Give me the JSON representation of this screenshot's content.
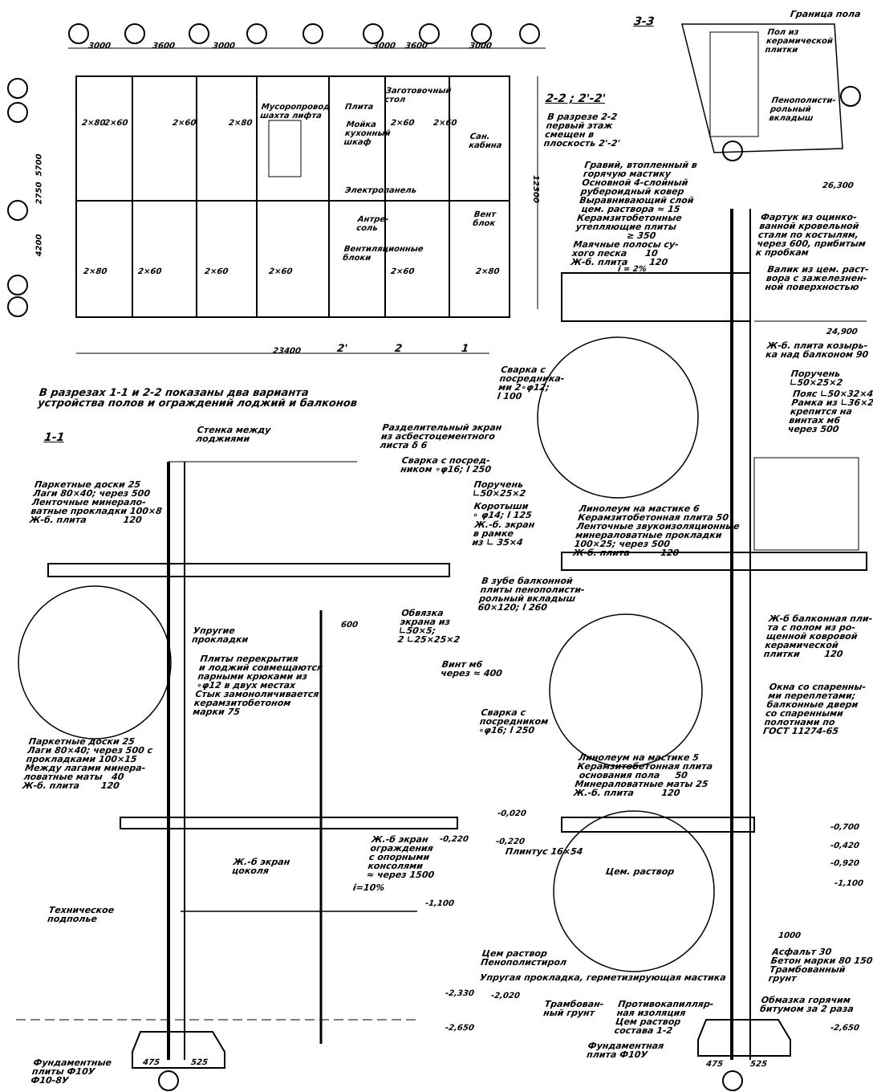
{
  "plan": {
    "top_dims": [
      "3000",
      "3600",
      "3000",
      "3000",
      "3600",
      "3000"
    ],
    "left_dims": [
      "5700",
      "2750",
      "4200"
    ],
    "total_width": "23400",
    "depth": "12300",
    "rooms": [
      "2×80",
      "2×60",
      "2×60",
      "2×80",
      "2×60",
      "2×60",
      "2×80",
      "2×60",
      "2×60",
      "2×60",
      "2×60",
      "2×80"
    ],
    "labels": {
      "garbage_chute": "Мусоропровод\nшахта лифта",
      "slab": "Плита",
      "wardrobe": "Заготовочный\nстол",
      "sink": "Мойка\nкухонный\nшкаф",
      "sanitary": "Сан.\nкабина",
      "electric_panel": "Электропанель",
      "entresol": "Антре-\nсоль",
      "vent_block": "Вент\nблок",
      "vent_blocks": "Вентиляционные\nблоки"
    },
    "section_marks": [
      "2'",
      "2",
      "1"
    ]
  },
  "note": "В разрезах 1-1 и 2-2 показаны два варианта\nустройства полов и ограждений лоджий и балконов",
  "section_1": {
    "title": "1-1",
    "wall_label": "Стенка между\nлоджиями",
    "screen_label": "Разделительный экран\nиз асбестоцементного\nлиста δ 6",
    "floor_top": "Паркетные доски 25\nЛаги 80×40; через 500\nЛенточные минерало-\nватные прокладки 100×8\nЖ-б. плита            120",
    "weld1": "Сварка с посред-\nником ∘φ16; l 250",
    "handrail": "Поручень\n∟50×25×2",
    "posts": "Коротыши\n∘ φ14; l 125",
    "rc_screen": "Ж.-б. экран\nв рамке\nиз ∟ 35×4",
    "elastic": "Упругие\nпрокладки",
    "slabs_note": "Плиты перекрытия\nи лоджий совмещаются\nпарными крюками из\n∘φ12 в двух местах\nСтык замоноличивается\nкерамзитобетоном\nмарки 75",
    "frame": "Обвязка\nэкрана из\n∟50×5;\n2 ∟25×25×2",
    "screw": "Винт м6\nчерез ≈ 400",
    "dim_600": "600",
    "floor_bottom": "Паркетные доски 25\nЛаги 80×40; через 500 с\nпрокладками 100×15\nМежду лагами минера-\nловатные маты   40\nЖ-б. плита       120",
    "plinth_screen": "Ж.-б экран\nцоколя",
    "tech_basement": "Техническое\nподполье",
    "rc_fence": "Ж.-б экран\nограждения\nс опорными\nконсолями\n≈ через 1500",
    "slope": "i=10%",
    "levels": [
      "-0,220",
      "-1,100",
      "-2,330",
      "-2,650"
    ],
    "foundation": "Фундаментные\nплиты Ф10У\nФ10-8У",
    "foot_dims": [
      "475",
      "525"
    ]
  },
  "section_2": {
    "title": "2-2 ; 2'-2'",
    "note": "В разрезе 2-2\nпервый этаж\nсмещен в\nплоскость 2'-2'",
    "roof": "Гравий, втопленный в\nгорячую мастику\nОсновной 4-слойный\nрубероидный ковер\nВыравнивающий слой\n цем. раствора ≈ 15\nКерамзитобетонные\nутепляющие плиты\n                 ≥ 350\nМаячные полосы су-\nхого песка      10\nЖ-б. плита       120",
    "slope_roof": "i = 2%",
    "apron": "Фартук из оцинко-\nванной кровельной\nстали по костылям,\nчерез 600, прибитым\nк пробкам",
    "bead": "Валик из цем. раст-\nвора с зажелезнен-\nной поверхностью",
    "level_top": "26,300",
    "level_balc": "24,900",
    "balc_slab": "Ж-б. плита козырь-\nка над балконом 90",
    "handrail": "Поручень\n∟50×25×2",
    "belt": "Пояс ∟50×32×4\nРамка из ∟36×20×4\nкрепится на\nвинтах м6\nчерез 500",
    "weld": "Сварка с\nпосредника-\nми 2∘φ12;\nl 100",
    "floor": "Линолеум на мастике 6\nКерамзитобетонная плита 50\nЛенточные звукоизоляционные\nминераловатные прокладки\n100×25; через 500\nЖ-б. плита          120",
    "tooth": "В зубе балконной\nплиты пенополисти-\nрольный вкладыш\n60×120; l 260",
    "weld2": "Сварка с\nпосредником\n∘φ16; l 250",
    "floor2": "Линолеум на мастике 5\nКерамзитобетонная плита\n основания пола     50\nМинераловатные маты 25\nЖ.-б. плита         120",
    "balc_slab2": "Ж-б балконная пли-\nта с полом из ро-\nщенной ковровой\nкерамической\nплитки        120",
    "door": "Окна со спаренны-\nми переплетами;\nбалконные двери\nсо спаренными\nполотнами по\nГОСТ 11274-65",
    "levels": [
      "-0,020",
      "-0,220",
      "-0,700",
      "-0,420",
      "-0,920",
      "-1,100",
      "-2,020",
      "-2,650"
    ],
    "plinth": "Плинтус 16×54",
    "mortar": "Цем. раствор",
    "mortar2": "Цем раствор\nПенополистирол",
    "sealant": "Упругая прокладка, герметизирующая мастика",
    "asphalt": "Асфальт 30\nБетон марки 80 150\nТрамбованный\nгрунт",
    "dim_1000": "1000",
    "coat": "Обмазка горячим\nбитумом за 2 раза",
    "soil": "Трамбован-\nный грунт",
    "waterproof": "Противокапилляр-\nная изоляция\nЦем раствор\nсостава 1-2",
    "foundation": "Фундаментная\nплита Ф10У",
    "foot_dims": [
      "475",
      "525"
    ]
  },
  "section_3": {
    "title": "3-3",
    "floor_edge": "Граница пола",
    "tile": "Пол из\nкерамической\nплитки",
    "insert": "Пенополисти-\nрольный\nвкладыш"
  }
}
